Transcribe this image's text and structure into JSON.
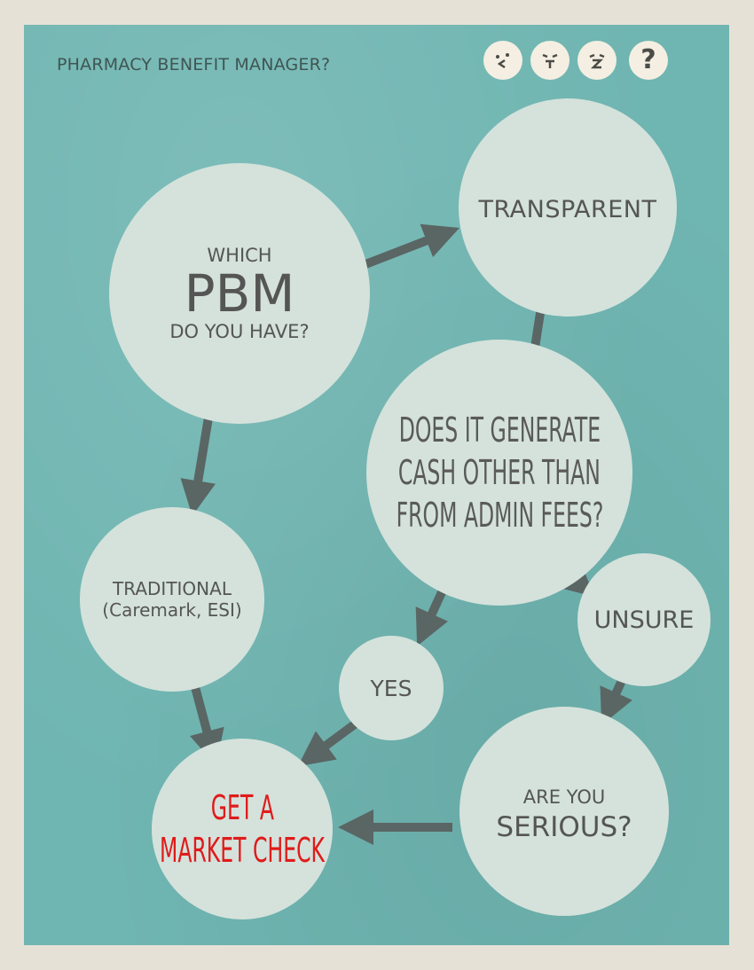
{
  "header": {
    "title": "PHARMACY BENEFIT MANAGER?",
    "icons": [
      "face-suspicious-icon",
      "face-neutral-icon",
      "face-confused-icon",
      "question-mark-icon"
    ],
    "question_glyph": "?"
  },
  "nodes": {
    "which_pbm": {
      "line1": "WHICH",
      "line2": "PBM",
      "line3": "DO YOU HAVE?"
    },
    "transparent": {
      "label": "TRANSPARENT"
    },
    "traditional": {
      "line1": "TRADITIONAL",
      "line2": "(Caremark, ESI)"
    },
    "cash_question": {
      "line1": "DOES IT GENERATE",
      "line2": "CASH OTHER THAN",
      "line3": "FROM ADMIN FEES?"
    },
    "yes": {
      "label": "YES"
    },
    "unsure": {
      "label": "UNSURE"
    },
    "serious": {
      "line1": "ARE YOU",
      "line2": "SERIOUS?"
    },
    "market_check": {
      "line1": "GET A",
      "line2": "MARKET CHECK"
    }
  },
  "colors": {
    "background": "#6fb5b1",
    "node_fill": "#d4e2db",
    "arrow": "#5a6664",
    "highlight_text": "#e01b1b"
  }
}
